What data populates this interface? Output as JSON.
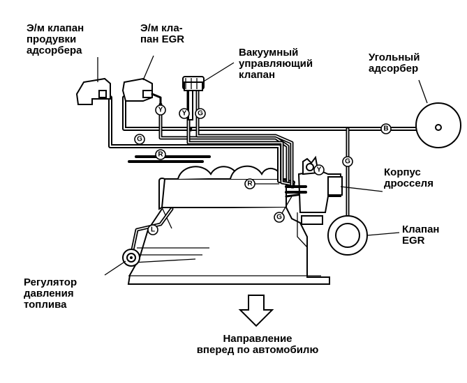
{
  "labels": {
    "purge_valve": "Э/м клапан\nпродувки\nадсорбера",
    "egr_solenoid": "Э/м кла-\nпан EGR",
    "vacuum_valve": "Вакуумный\nуправляющий\nклапан",
    "canister": "Угольный\nадсорбер",
    "throttle_body": "Корпус\nдросселя",
    "egr_valve": "Клапан\nEGR",
    "fuel_regulator": "Регулятор\nдавления\nтоплива",
    "direction": "Направление\nвперед по автомобилю"
  },
  "hose_tags": {
    "y1": "Y",
    "y2": "Y",
    "g_vac": "G",
    "g_left": "G",
    "r_left": "R",
    "b_right": "B",
    "g_right": "G",
    "r_throttle": "R",
    "y_throttle": "Y",
    "g_throttle": "G",
    "l_regulator": "L"
  }
}
